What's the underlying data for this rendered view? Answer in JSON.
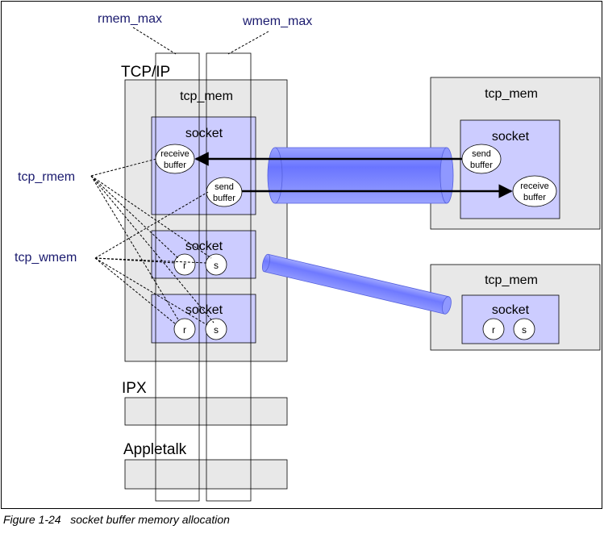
{
  "labels": {
    "rmem_max": "rmem_max",
    "wmem_max": "wmem_max",
    "tcp_rmem": "tcp_rmem",
    "tcp_wmem": "tcp_wmem",
    "tcpip": "TCP/IP",
    "ipx": "IPX",
    "appletalk": "Appletalk",
    "tcp_mem": "tcp_mem",
    "socket": "socket",
    "receive_buffer_line1": "receive",
    "receive_buffer_line2": "buffer",
    "send_buffer_line1": "send",
    "send_buffer_line2": "buffer",
    "r": "r",
    "s": "s"
  },
  "caption": {
    "figure": "Figure 1-24",
    "title": "socket buffer memory allocation"
  },
  "colors": {
    "label_text": "#1a1a6e",
    "box_fill": "#e8e8e8",
    "socket_fill": "#ccccff",
    "pipe_fill": "#7b85ff"
  }
}
